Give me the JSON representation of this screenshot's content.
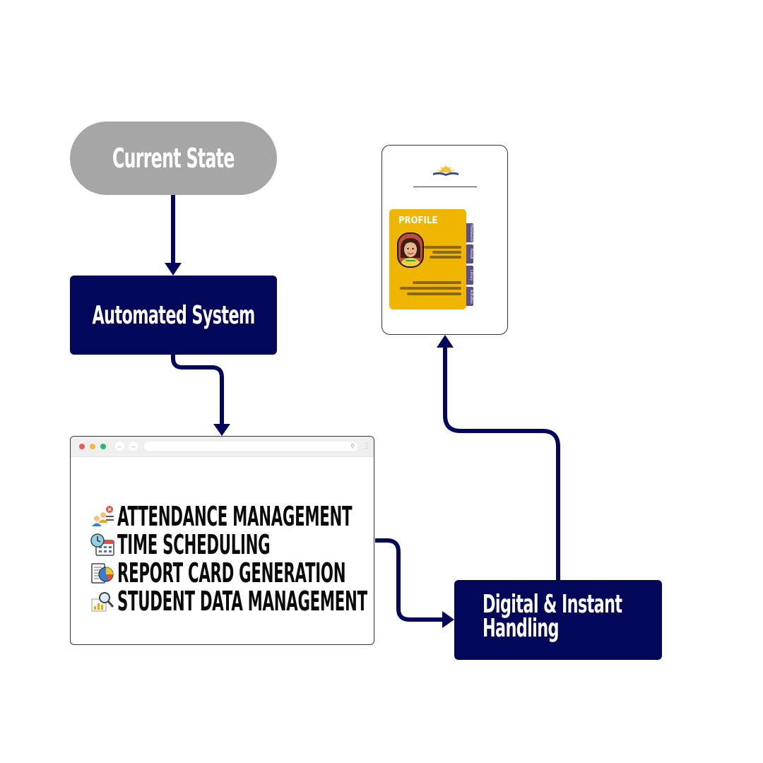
{
  "nodes": {
    "current_state": "Current State",
    "automated_system": "Automated System",
    "digital_line1": "Digital & Instant",
    "digital_line2": "Handling"
  },
  "features": [
    {
      "icon": "attendance-icon",
      "label": "ATTENDANCE MANAGEMENT"
    },
    {
      "icon": "clock-calendar-icon",
      "label": "TIME SCHEDULING"
    },
    {
      "icon": "report-chart-icon",
      "label": "REPORT CARD GENERATION"
    },
    {
      "icon": "magnifier-chart-icon",
      "label": "STUDENT DATA MANAGEMENT"
    }
  ],
  "phone": {
    "profile_title": "PROFILE",
    "tabs": [
      "Homework",
      "Result",
      "Library",
      "Activities"
    ]
  },
  "colors": {
    "navy": "#020759",
    "grey": "#a6a6a6",
    "profile_yellow": "#f0b500",
    "tab_purple": "#5d4e8a"
  }
}
